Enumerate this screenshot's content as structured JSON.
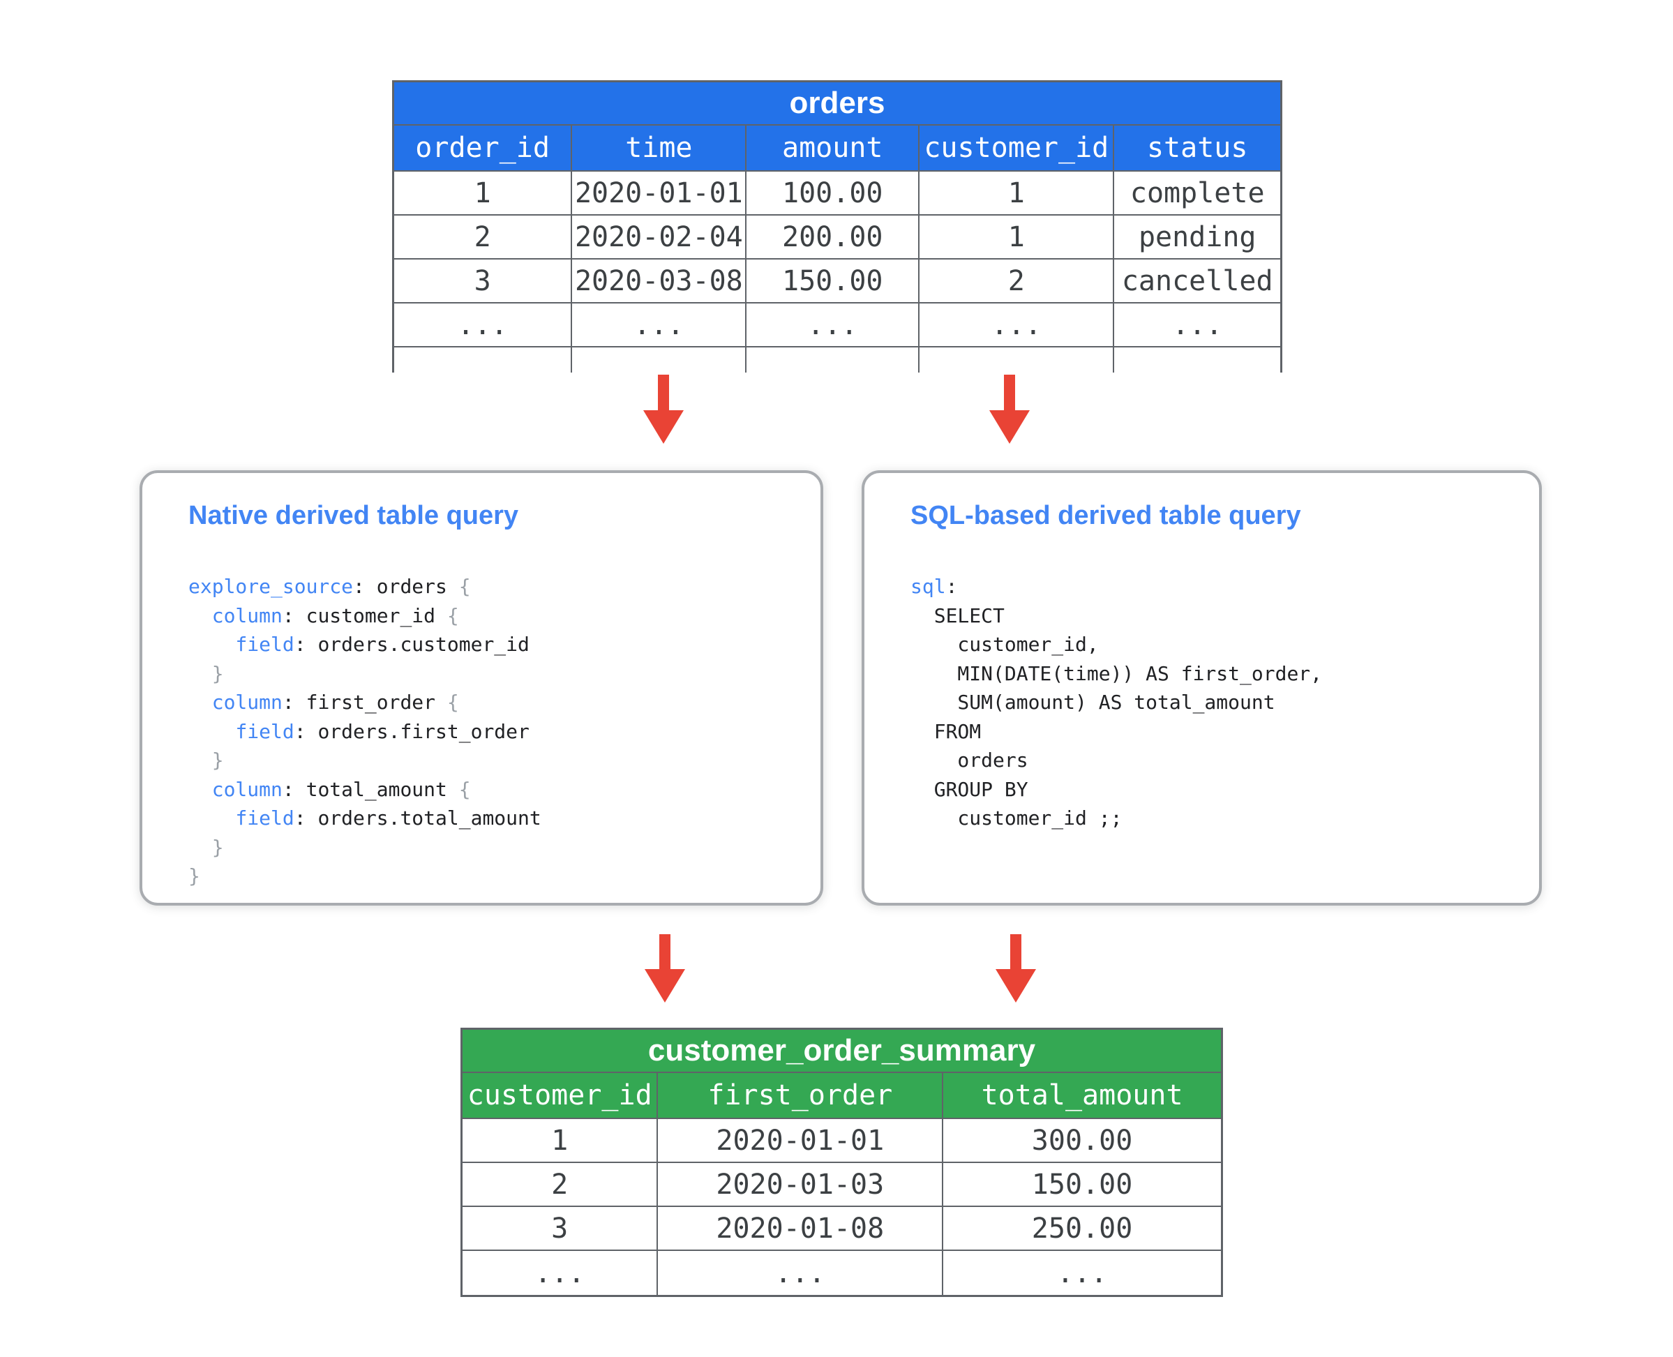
{
  "colors": {
    "table_blue": "#2372E9",
    "table_green": "#34A853",
    "arrow_red": "#E94335",
    "line_gray": "#5F6368",
    "keyword_blue": "#4285F4",
    "brace_gray": "#9AA0A6",
    "code_ink": "#202124",
    "cell_ink": "#3C4043",
    "card_border": "#A9ACB0"
  },
  "orders_table": {
    "title": "orders",
    "columns": [
      "order_id",
      "time",
      "amount",
      "customer_id",
      "status"
    ],
    "rows": [
      [
        "1",
        "2020-01-01",
        "100.00",
        "1",
        "complete"
      ],
      [
        "2",
        "2020-02-04",
        "200.00",
        "1",
        "pending"
      ],
      [
        "3",
        "2020-03-08",
        "150.00",
        "2",
        "cancelled"
      ],
      [
        "...",
        "...",
        "...",
        "...",
        "..."
      ]
    ]
  },
  "native_box": {
    "title": "Native derived table query",
    "code": [
      [
        [
          "k",
          "explore_source"
        ],
        [
          "p",
          ": orders "
        ],
        [
          "b",
          "{"
        ]
      ],
      [
        [
          "p",
          "  "
        ],
        [
          "k",
          "column"
        ],
        [
          "p",
          ": customer_id "
        ],
        [
          "b",
          "{"
        ]
      ],
      [
        [
          "p",
          "    "
        ],
        [
          "k",
          "field"
        ],
        [
          "p",
          ": orders.customer_id"
        ]
      ],
      [
        [
          "p",
          "  "
        ],
        [
          "b",
          "}"
        ]
      ],
      [
        [
          "p",
          "  "
        ],
        [
          "k",
          "column"
        ],
        [
          "p",
          ": first_order "
        ],
        [
          "b",
          "{"
        ]
      ],
      [
        [
          "p",
          "    "
        ],
        [
          "k",
          "field"
        ],
        [
          "p",
          ": orders.first_order"
        ]
      ],
      [
        [
          "p",
          "  "
        ],
        [
          "b",
          "}"
        ]
      ],
      [
        [
          "p",
          "  "
        ],
        [
          "k",
          "column"
        ],
        [
          "p",
          ": total_amount "
        ],
        [
          "b",
          "{"
        ]
      ],
      [
        [
          "p",
          "    "
        ],
        [
          "k",
          "field"
        ],
        [
          "p",
          ": orders.total_amount"
        ]
      ],
      [
        [
          "p",
          "  "
        ],
        [
          "b",
          "}"
        ]
      ],
      [
        [
          "b",
          "}"
        ]
      ]
    ]
  },
  "sql_box": {
    "title": "SQL-based derived table query",
    "code": [
      [
        [
          "k",
          "sql"
        ],
        [
          "p",
          ":"
        ]
      ],
      [
        [
          "p",
          "  SELECT"
        ]
      ],
      [
        [
          "p",
          "    customer_id,"
        ]
      ],
      [
        [
          "p",
          "    MIN(DATE(time)) AS first_order,"
        ]
      ],
      [
        [
          "p",
          "    SUM(amount) AS total_amount"
        ]
      ],
      [
        [
          "p",
          "  FROM"
        ]
      ],
      [
        [
          "p",
          "    orders"
        ]
      ],
      [
        [
          "p",
          "  GROUP BY"
        ]
      ],
      [
        [
          "p",
          "    customer_id ;;"
        ]
      ]
    ]
  },
  "summary_table": {
    "title": "customer_order_summary",
    "columns": [
      "customer_id",
      "first_order",
      "total_amount"
    ],
    "rows": [
      [
        "1",
        "2020-01-01",
        "300.00"
      ],
      [
        "2",
        "2020-01-03",
        "150.00"
      ],
      [
        "3",
        "2020-01-08",
        "250.00"
      ],
      [
        "...",
        "...",
        "..."
      ]
    ]
  }
}
